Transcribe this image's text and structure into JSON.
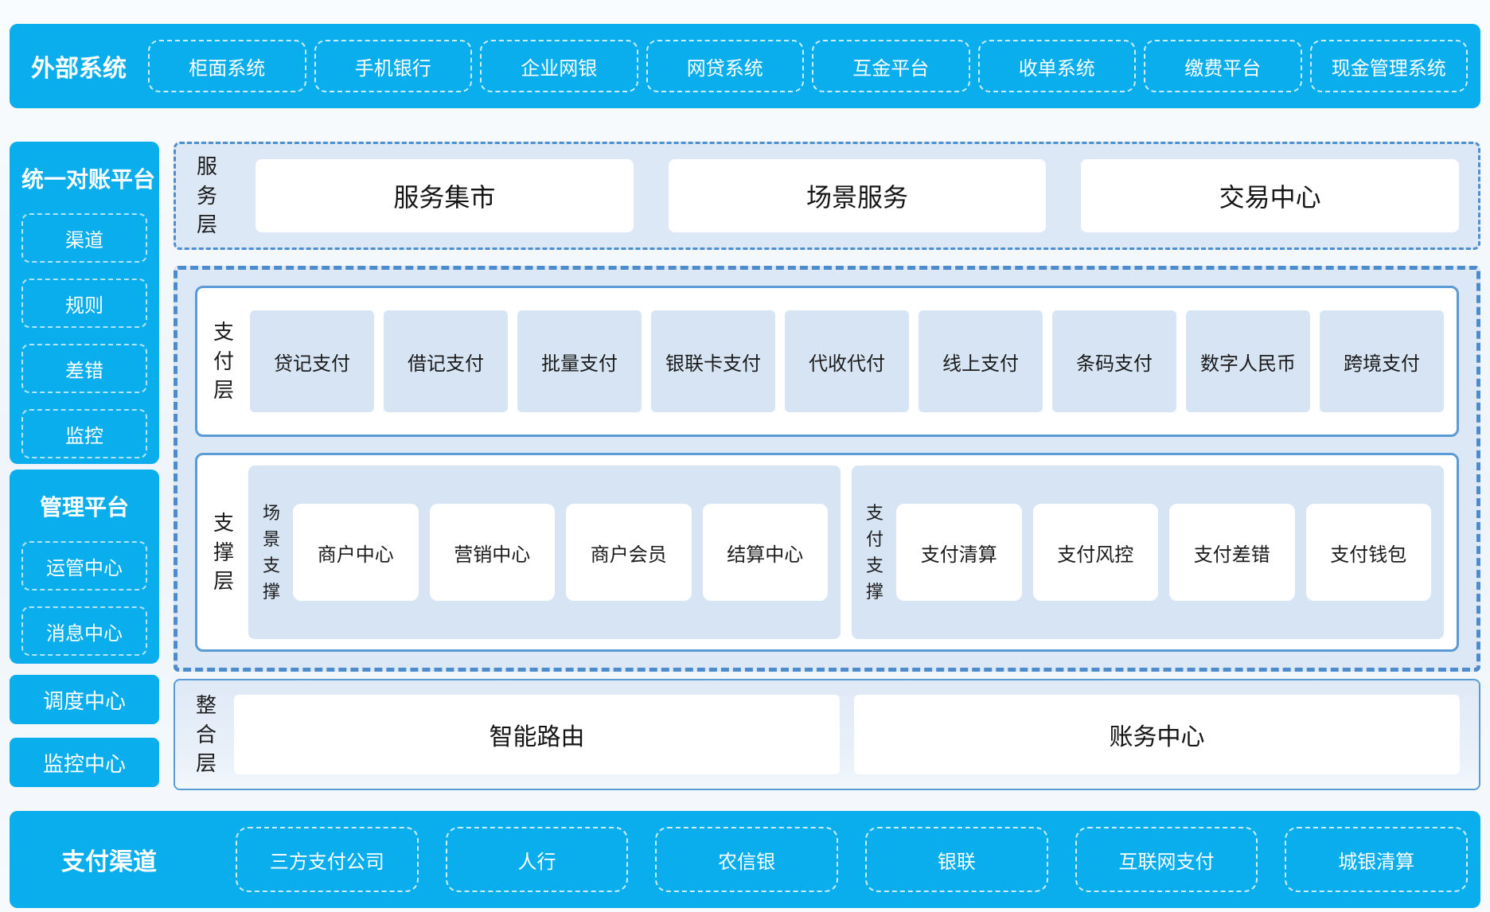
{
  "colors": {
    "brand_blue": "#0AAEEC",
    "panel_blue": "#DCE8F6",
    "box_blue": "#D7E4F3",
    "border_blue": "#5B9BD5",
    "dash_border_blue": "#4C8CCD",
    "text_dark": "#1B1B1B"
  },
  "external_systems": {
    "title": "外部系统",
    "items": [
      "柜面系统",
      "手机银行",
      "企业网银",
      "网贷系统",
      "互金平台",
      "收单系统",
      "缴费平台",
      "现金管理系统"
    ]
  },
  "sidebar": {
    "reconciliation": {
      "title": "统一对账平台",
      "items": [
        "渠道",
        "规则",
        "差错",
        "监控"
      ]
    },
    "management": {
      "title": "管理平台",
      "items": [
        "运管中心",
        "消息中心"
      ]
    },
    "dispatch_center": "调度中心",
    "monitor_center": "监控中心"
  },
  "service_layer": {
    "label": "服务层",
    "items": [
      "服务集市",
      "场景服务",
      "交易中心"
    ]
  },
  "payment_layer": {
    "label": "支付层",
    "items": [
      "贷记支付",
      "借记支付",
      "批量支付",
      "银联卡支付",
      "代收代付",
      "线上支付",
      "条码支付",
      "数字人民币",
      "跨境支付"
    ]
  },
  "support_layer": {
    "label": "支撑层",
    "groups": [
      {
        "label": "场景支撑",
        "items": [
          "商户中心",
          "营销中心",
          "商户会员",
          "结算中心"
        ]
      },
      {
        "label": "支付支撑",
        "items": [
          "支付清算",
          "支付风控",
          "支付差错",
          "支付钱包"
        ]
      }
    ]
  },
  "integration_layer": {
    "label": "整合层",
    "items": [
      "智能路由",
      "账务中心"
    ]
  },
  "payment_channels": {
    "title": "支付渠道",
    "items": [
      "三方支付公司",
      "人行",
      "农信银",
      "银联",
      "互联网支付",
      "城银清算"
    ]
  }
}
